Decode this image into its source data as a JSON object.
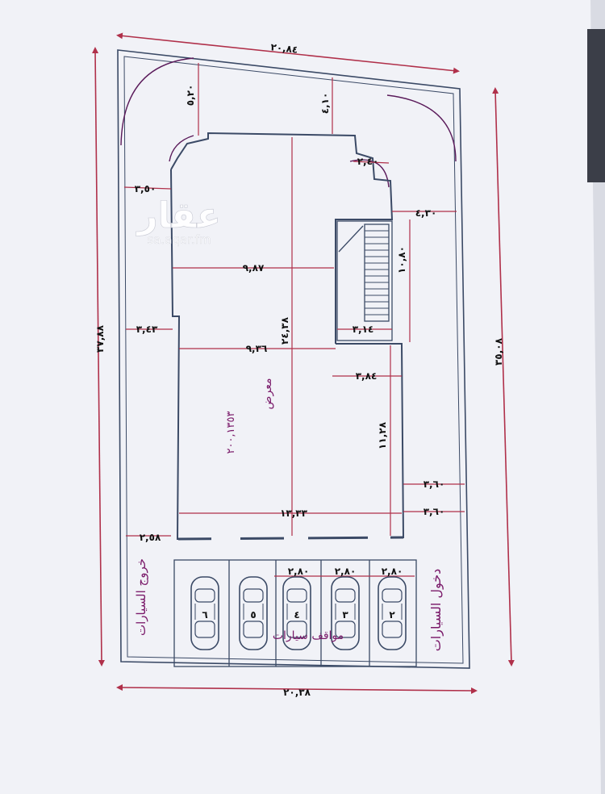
{
  "watermark": {
    "brand": "عقار",
    "url": "sa.aqar.fm"
  },
  "dimensions": {
    "top_width": "٢٠,٨٤",
    "bottom_width": "٢٠,٣٨",
    "left_depth": "٣٧,٨٨",
    "right_depth": "٣٥,٠٨",
    "top_left_setback": "٥,٢٠",
    "top_mid_setback": "٤,١٠",
    "corner_small": "٢,٤٠",
    "left_setback_upper": "٣,٥٠",
    "right_setback_upper": "٤,٣٠",
    "stair_length": "١٠,٨٠",
    "building_width_upper": "٩,٨٧",
    "building_depth": "٢٤,٣٨",
    "left_setback_mid": "٣,٤٣",
    "stair_width": "٣,١٤",
    "hall_width": "٩,٣٦",
    "right_setback_mid": "٣,٨٤",
    "hall_depth": "١١,٢٨",
    "right_setback_lower_1": "٣,٦٠",
    "right_setback_lower_2": "٣,٦٠",
    "building_width_lower": "١٣,٣٣",
    "exit_width": "٢,٥٨",
    "parking_bay_1": "٢,٨٠",
    "parking_bay_2": "٢,٨٠",
    "parking_bay_3": "٢,٨٠"
  },
  "labels": {
    "showroom": "معرض",
    "area": "٢٠٠,١٣٥٣",
    "parking": "مواقف سيارات",
    "car_entrance": "دخول السيارات",
    "car_exit": "خروج السيارات"
  },
  "cars": [
    "٦",
    "٥",
    "٤",
    "٣",
    "٢"
  ]
}
